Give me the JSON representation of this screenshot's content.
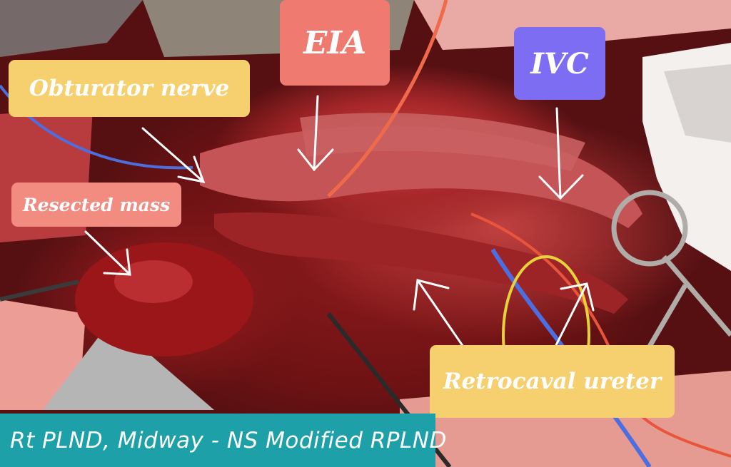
{
  "labels": {
    "eia": "EIA",
    "ivc": "IVC",
    "obturator": "Obturator nerve",
    "resected_mass": "Resected mass",
    "retrocaval_ureter": "Retrocaval ureter"
  },
  "caption": "Rt PLND, Midway - NS Modified RPLND",
  "colors": {
    "eia_label": "#ef7b70",
    "ivc_label": "#7c6df2",
    "yellow_label": "#f6cf6e",
    "mass_label": "#f28b80",
    "caption_bar": "#1ea0a8",
    "tissue": "#a8282a"
  }
}
